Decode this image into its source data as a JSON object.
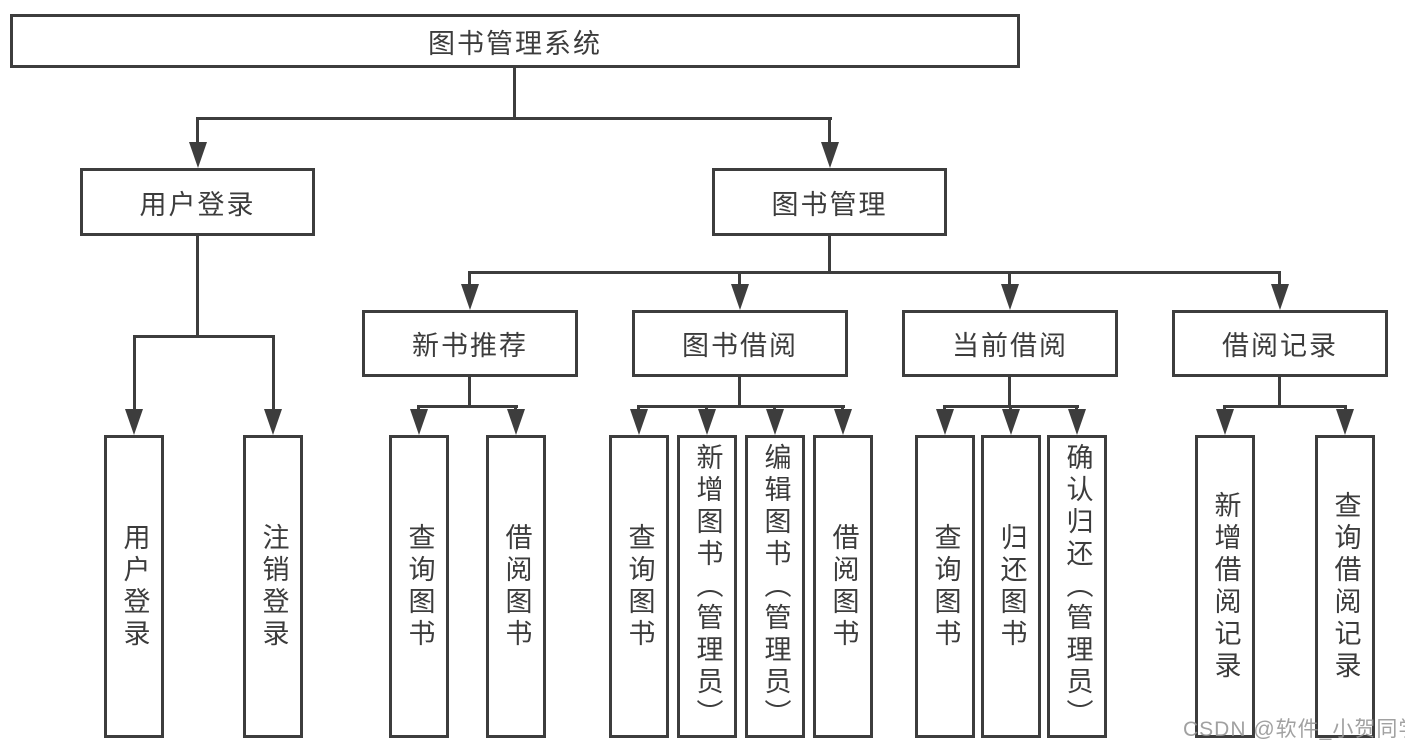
{
  "diagram": {
    "root": {
      "label": "图书管理系统"
    },
    "branches": [
      {
        "label": "用户登录",
        "children": [
          {
            "label": "用户登录"
          },
          {
            "label": "注销登录"
          }
        ]
      },
      {
        "label": "图书管理",
        "children": [
          {
            "label": "新书推荐",
            "children": [
              {
                "label": "查询图书"
              },
              {
                "label": "借阅图书"
              }
            ]
          },
          {
            "label": "图书借阅",
            "children": [
              {
                "label": "查询图书"
              },
              {
                "label": "新增图书（管理员）"
              },
              {
                "label": "编辑图书（管理员）"
              },
              {
                "label": "借阅图书"
              }
            ]
          },
          {
            "label": "当前借阅",
            "children": [
              {
                "label": "查询图书"
              },
              {
                "label": "归还图书"
              },
              {
                "label": "确认归还（管理员）"
              }
            ]
          },
          {
            "label": "借阅记录",
            "children": [
              {
                "label": "新增借阅记录"
              },
              {
                "label": "查询借阅记录"
              }
            ]
          }
        ]
      }
    ]
  },
  "watermark": {
    "text": "CSDN @软件_小贺同学"
  },
  "colors": {
    "line": "#3d3d3d",
    "text": "#3c3c3c",
    "watermark": "#949494",
    "background": "#ffffff"
  }
}
